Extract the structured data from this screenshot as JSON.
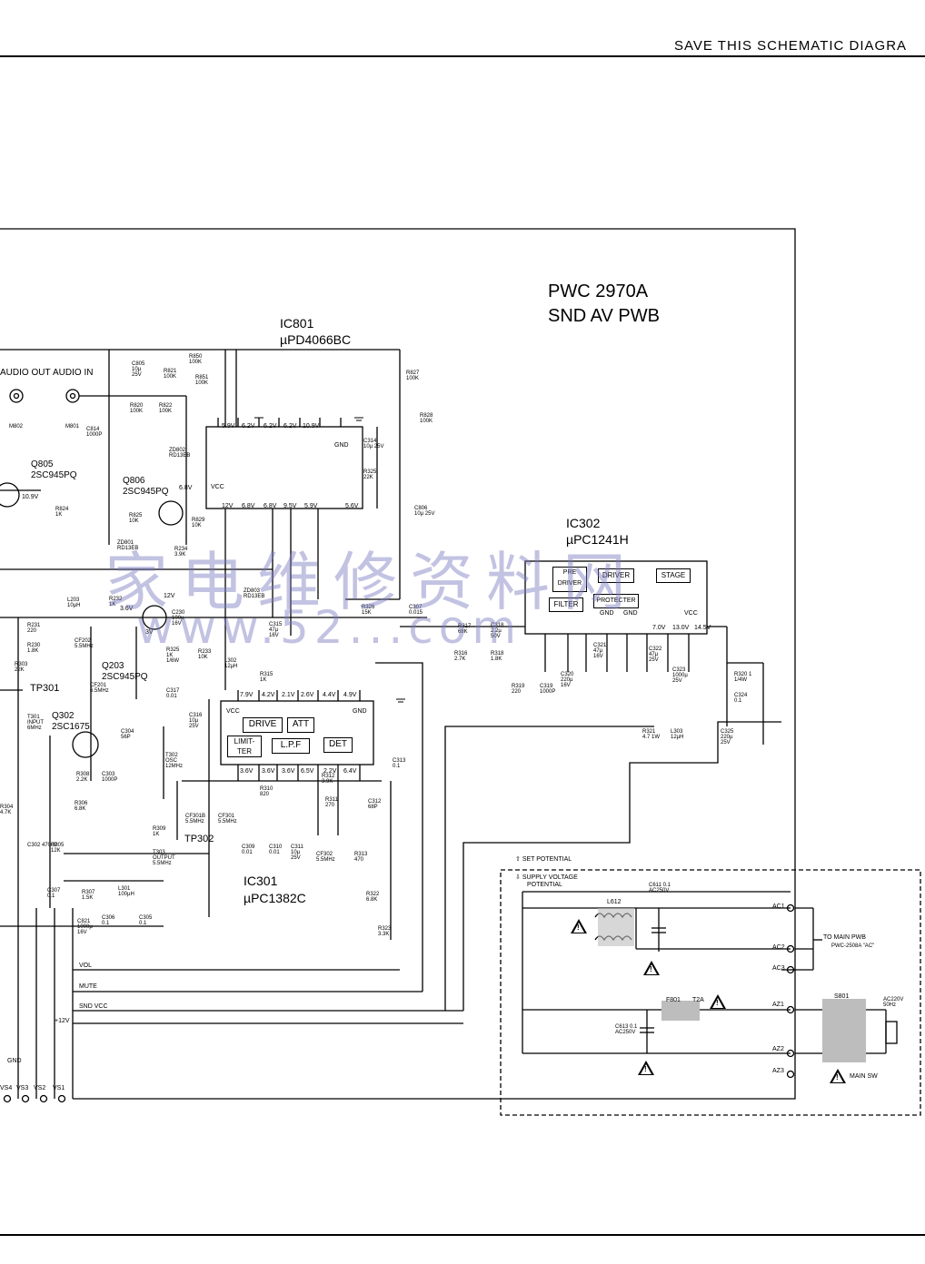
{
  "header": {
    "title": "SAVE THIS SCHEMATIC DIAGRA"
  },
  "board": {
    "line1": "PWC 2970A",
    "line2": "SND AV PWB"
  },
  "watermark": {
    "cn": "家电维修资料网",
    "url": "www.52...com"
  },
  "ic801": {
    "name": "IC801",
    "part": "µPD4066BC",
    "top_pins": [
      "5.9V",
      "6.2V",
      "6.2V",
      "6.2V",
      "10.9V"
    ],
    "bottom_pins": [
      "12V",
      "6.8V",
      "6.8V",
      "9.5V",
      "5.9V",
      "5.6V"
    ],
    "vcc": "VCC",
    "gnd": "GND"
  },
  "ic302": {
    "name": "IC302",
    "part": "µPC1241H",
    "blocks": [
      "PRE DRIVER",
      "DRIVER",
      "STAGE",
      "FILTER",
      "PROTECTER"
    ],
    "gnd": "GND",
    "vcc": "VCC",
    "volts": [
      "7.0V",
      "13.0V",
      "14.5V"
    ]
  },
  "ic301": {
    "name": "IC301",
    "part": "µPC1382C",
    "blocks": [
      "DRIVE",
      "ATT",
      "LIMIT-TER",
      "L.P.F",
      "DET"
    ],
    "top_pins": [
      "7.9V",
      "4.2V",
      "2.1V",
      "2.6V",
      "4.4V",
      "4.9V"
    ],
    "bottom_pins": [
      "3.6V",
      "3.6V",
      "3.6V",
      "6.5V",
      "2.2V",
      "6.4V"
    ],
    "vcc": "VCC",
    "gnd": "GND"
  },
  "jacks": {
    "audio_out": "AUDIO OUT",
    "audio_in": "AUDIO IN",
    "m802": "M802",
    "m801": "M801"
  },
  "transistors": [
    {
      "ref": "Q805",
      "part": "2SC945PQ"
    },
    {
      "ref": "Q806",
      "part": "2SC945PQ"
    },
    {
      "ref": "Q203",
      "part": "2SC945PQ"
    },
    {
      "ref": "Q302",
      "part": "2SC1675"
    }
  ],
  "components": {
    "c805": "C805 10µ 25V",
    "r821": "R821 100K",
    "r850": "R850 100K",
    "r851": "R851 100K",
    "r820": "R820 100K",
    "r822": "R822 100K",
    "c814": "C814 1000P",
    "r827": "R827 100K",
    "r828": "R828 100K",
    "c814b": "C314 10µ 25V",
    "r325": "R325 22K",
    "c806": "C806 10µ 25V",
    "zd802": "ZD802 RD13EB",
    "zd801": "ZD801 RD13EB",
    "zd803": "ZD803 RD13EB",
    "r824": "R824 1K",
    "r825": "R825 10K",
    "r829": "R829 10K",
    "r234": "R234 3.9K",
    "l203": "L203 10µH",
    "r232": "R232 1K",
    "c230": "C230 100µ 16V",
    "r325b": "R325 1K 1/6W",
    "r231": "R231 220",
    "r230": "R230 1.8K",
    "r303": "R303 22K",
    "cf202": "CF202 5.5MHz",
    "cf201": "CF201 6.5MHz",
    "tp301": "TP301",
    "tp302": "TP302",
    "r233": "R233 10K",
    "l302": "L302 12µH",
    "c315": "C315 47µ 16V",
    "r326": "R326 15K",
    "c307": "C307 0.015",
    "r315": "R315 1K",
    "c317": "C317 0.01",
    "c316": "C316 10µ 25V",
    "t301": "T301 INPUT 6MHz",
    "c304": "C304 56P",
    "t302": "T302 OSC 12MHz",
    "r308": "R308 2.2K",
    "c303": "C303 1000P",
    "r306": "R306 6.8K",
    "t303": "T303 OUTPUT 5.5MHz",
    "r309": "R309 1K",
    "cf301b": "CF301B 5.5MHz",
    "cf301": "CF301 5.5MHz",
    "r310": "R310 820",
    "c309": "C309 0.01",
    "c310": "C310 0.01",
    "c311": "C311 10µ 25V",
    "cf302": "CF302 5.5MHz",
    "r311": "R311 270",
    "r312": "R312 3.9K",
    "c312": "C312 68P",
    "r313": "R313 470",
    "c313": "C313 0.1",
    "c302": "C302 4700P",
    "r305": "R305 12K",
    "r304": "R304 4.7K",
    "c307b": "C307 0.1",
    "r307": "R307 1.5K",
    "l301": "L301 100µH",
    "c306": "C306 0.1",
    "c305": "C305 0.1",
    "c821": "C821 1000µ 16V",
    "r322": "R322 6.8K",
    "r323": "R323 3.3K",
    "r317": "R317 68K",
    "r316": "R316 2.7K",
    "r318": "R318 1.8K",
    "c318": "C318 2.2µ 50V",
    "r319": "R319 220",
    "c319": "C319 1000P",
    "c320": "C320 220µ 16V",
    "c321": "C321 47µ 16V",
    "c322": "C322 47µ 25V",
    "c323": "C323 1000µ 25V",
    "r320": "R320 1 1/4W",
    "c324": "C324 0.1",
    "r321": "R321 4.7 1W",
    "l303": "L303 12µH",
    "c325": "C325 220µ 25V"
  },
  "rails": {
    "vol": "VOL",
    "mute": "MUTE",
    "snd_vcc": "SND VCC",
    "plus12": "+12V",
    "v12": "12V",
    "v3": "3V",
    "v109": "10.9V",
    "v68": "6.8V",
    "v36": "3.6V"
  },
  "connectors": {
    "gnd": "GND",
    "vs4": "VS4",
    "vs3": "VS3",
    "vs2": "VS2",
    "vs1": "VS1"
  },
  "power": {
    "set_potential": "SET POTENTIAL",
    "supply_voltage": "SUPPLY VOLTAGE",
    "potential": "POTENTIAL",
    "l612": "L612",
    "c611": "C611 0.1 AC250V",
    "c613": "C613 0.1 AC250V",
    "f801": "F801",
    "t2a": "T2A",
    "s801": "S801",
    "ac220": "AC220V 50Hz",
    "main_sw": "MAIN SW",
    "to_main": "TO MAIN PWB",
    "pwc": "PWC-2508A \"AC\"",
    "pins": [
      "AC1",
      "AC2",
      "AC3",
      "AZ1",
      "AZ2",
      "AZ3"
    ]
  }
}
